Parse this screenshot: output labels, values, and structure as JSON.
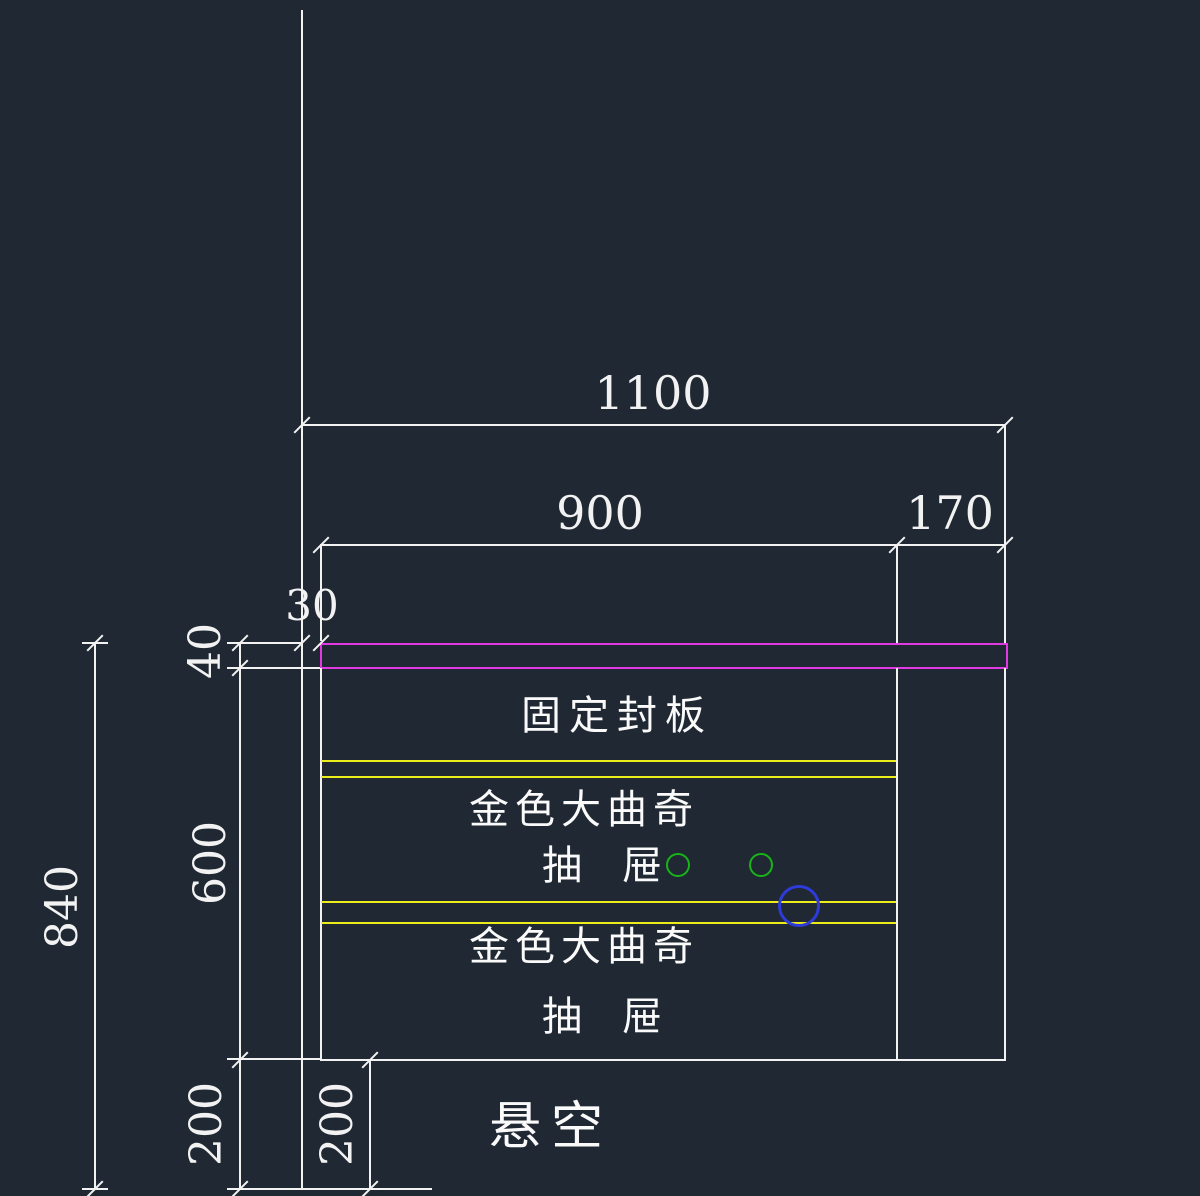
{
  "drawing": {
    "type": "cad-elevation-section",
    "description_labels": {
      "fixed_panel": "固定封板",
      "drawer1_material": "金色大曲奇",
      "drawer1": "抽　屉",
      "drawer2_material": "金色大曲奇",
      "drawer2": "抽　屉",
      "suspended": "悬空"
    },
    "dims": {
      "total_width": "1100",
      "drawer_span": "900",
      "right_section": "170",
      "wall_offset": "30",
      "counter_thickness": "40",
      "cabinet_height": "600",
      "overall_height": "840",
      "floor_gap_left": "200",
      "floor_gap_right": "200"
    },
    "colors": {
      "background": "#1f2833",
      "line": "#f2f2f2",
      "countertop": "#e23ae2",
      "drawer_rail_yellow": "#ecec1a",
      "handle_circle_green": "#17b517",
      "handle_circle_blue": "#2f3bd8"
    }
  }
}
